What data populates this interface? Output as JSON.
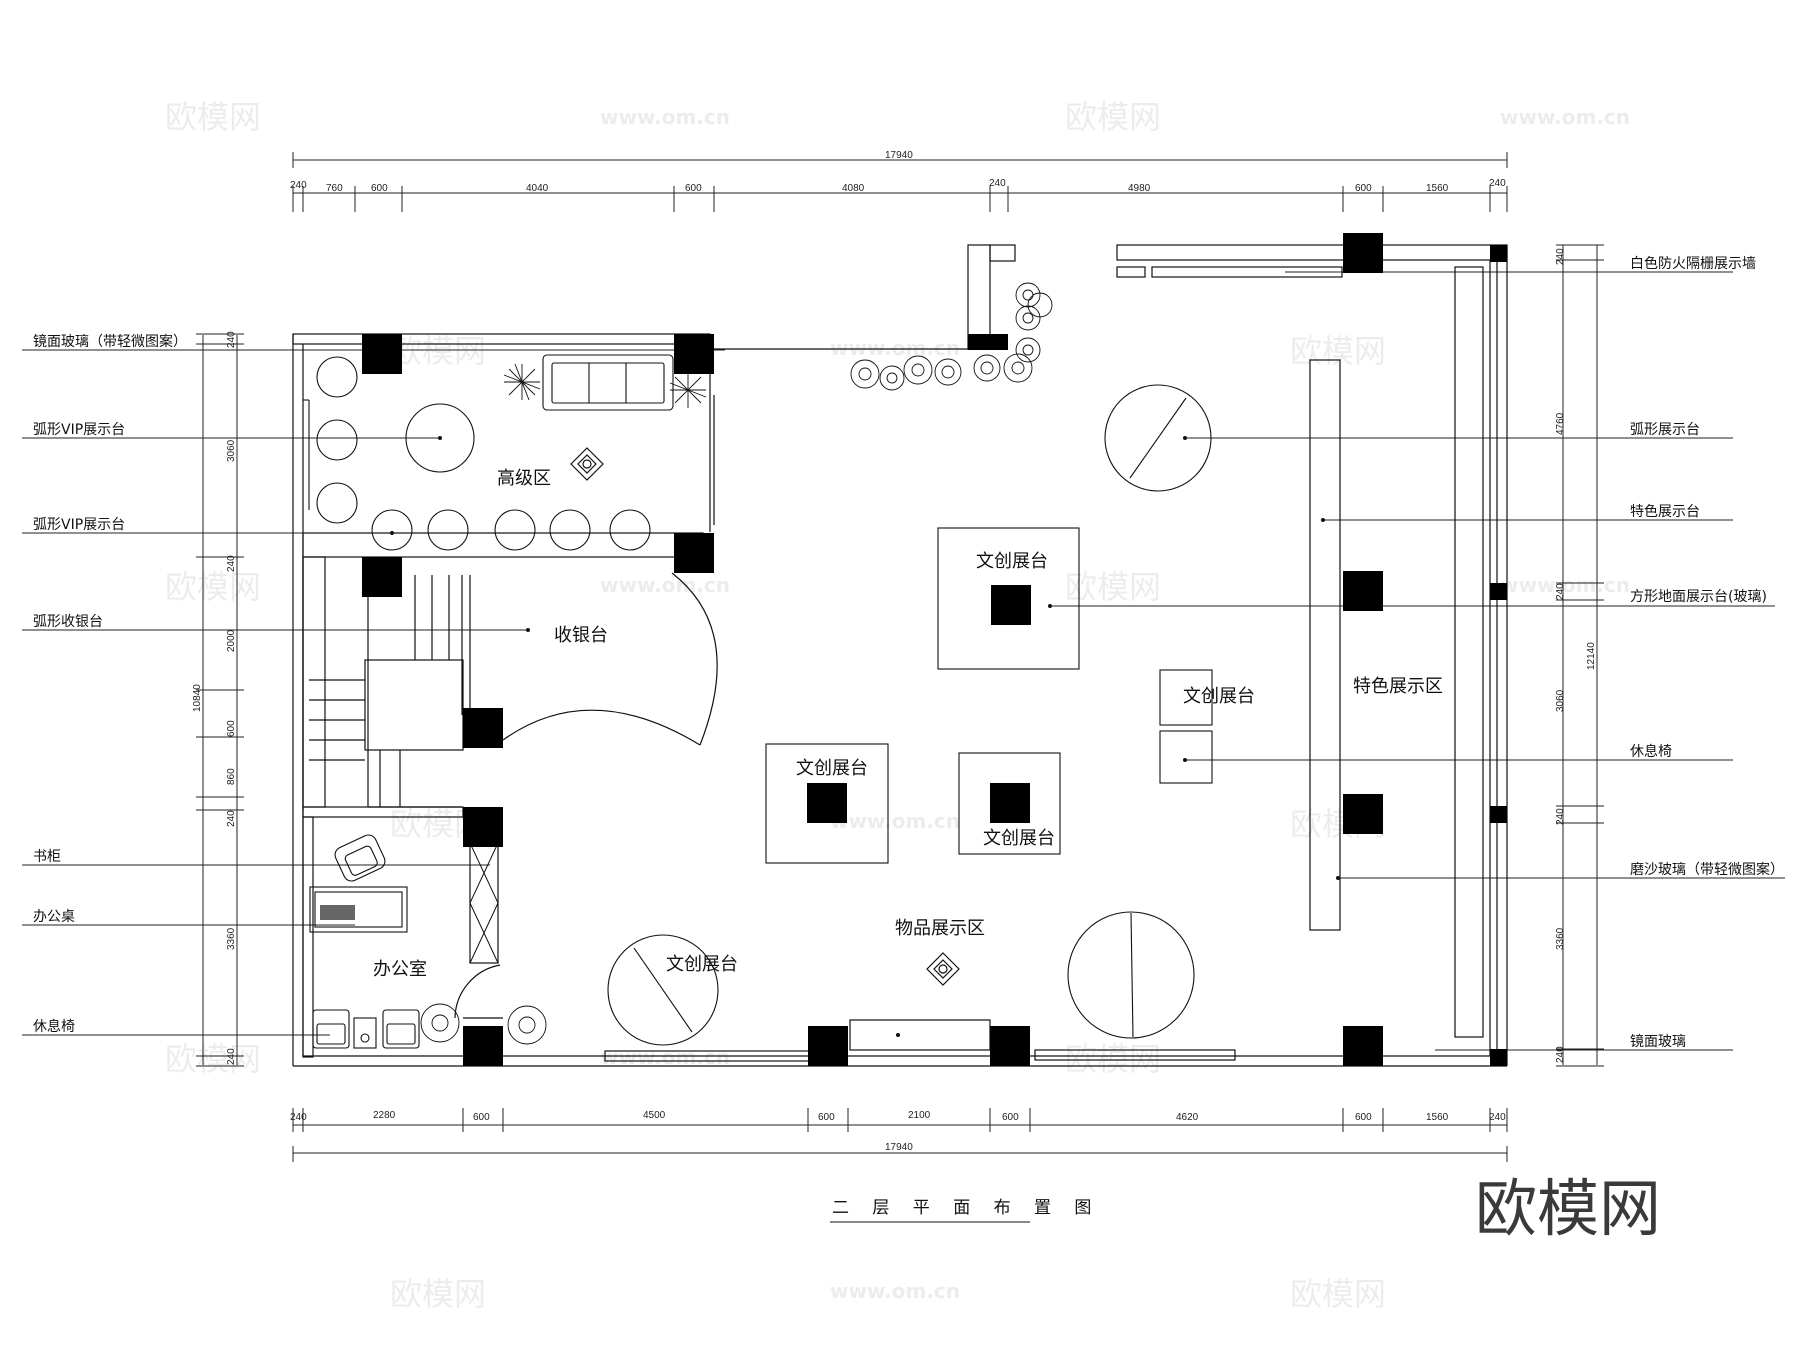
{
  "title": "二 层 平 面 布 置 图",
  "brand": "欧模网",
  "watermark": {
    "cn": "欧模网",
    "en": "www.om.cn"
  },
  "dimensions": {
    "top_total": "17940",
    "top": [
      "240",
      "760",
      "600",
      "4040",
      "600",
      "4080",
      "240",
      "4980",
      "600",
      "1560",
      "240"
    ],
    "bottom": [
      "240",
      "2280",
      "600",
      "4500",
      "600",
      "2100",
      "600",
      "4620",
      "600",
      "1560",
      "240"
    ],
    "bottom_total": "17940",
    "left": [
      "240",
      "3060",
      "240",
      "2000",
      "600",
      "860",
      "240",
      "3360",
      "240"
    ],
    "left_total": "10840",
    "right": [
      "240",
      "4760",
      "240",
      "3060",
      "240",
      "3360",
      "240"
    ],
    "right_total": "12140"
  },
  "left_labels": [
    "镜面玻璃（带轻微图案）",
    "弧形VIP展示台",
    "弧形VIP展示台",
    "弧形收银台",
    "书柜",
    "办公桌",
    "休息椅"
  ],
  "right_labels": [
    "白色防火隔栅展示墙",
    "弧形展示台",
    "特色展示台",
    "方形地面展示台(玻璃)",
    "休息椅",
    "磨沙玻璃（带轻微图案）",
    "镜面玻璃"
  ],
  "rooms": {
    "premium": "高级区",
    "cashier": "收银台",
    "office": "办公室",
    "items": "物品展示区",
    "feature": "特色展示区",
    "creative1": "文创展台",
    "creative2": "文创展台",
    "creative3": "文创展台",
    "creative4": "文创展台",
    "creative5": "文创展台"
  }
}
